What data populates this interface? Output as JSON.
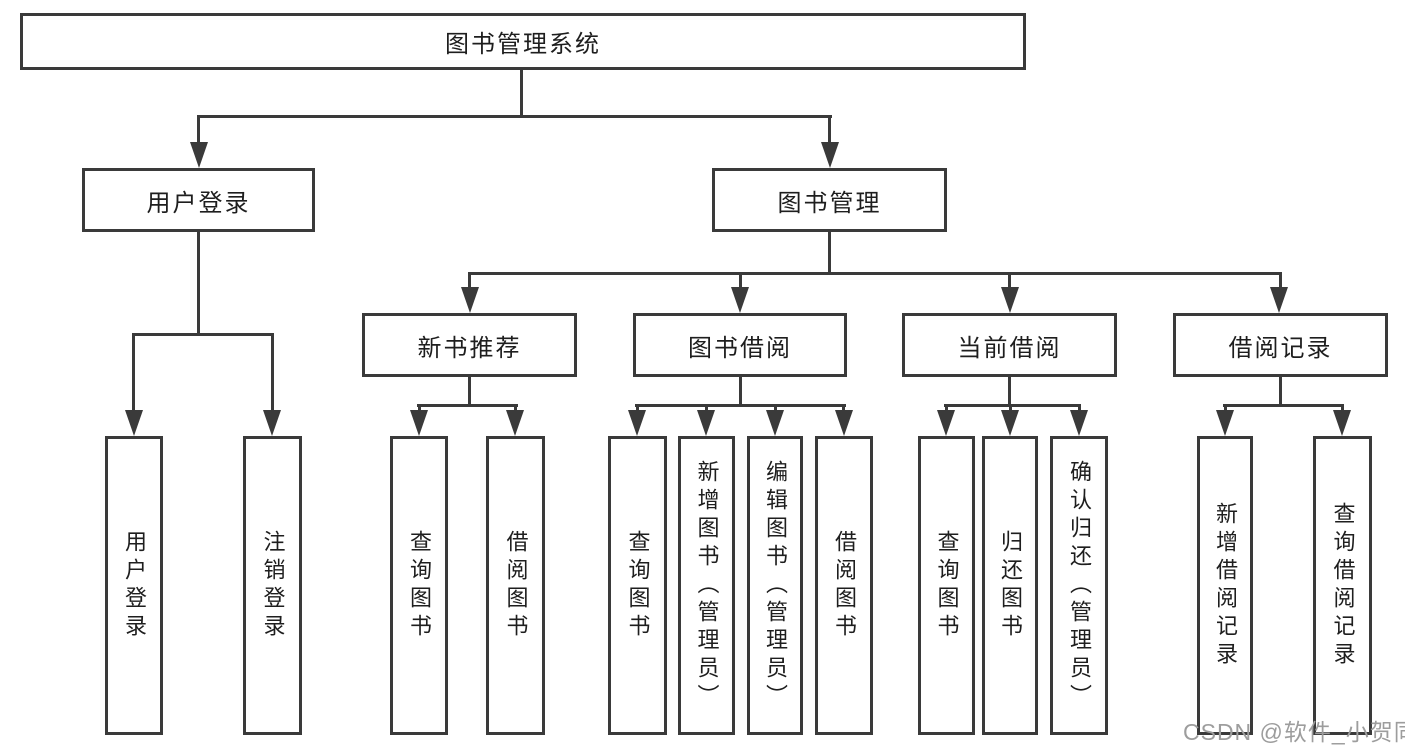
{
  "diagram": {
    "type": "hierarchy-tree",
    "root": {
      "label": "图书管理系统",
      "children": [
        {
          "label": "用户登录",
          "children": [
            {
              "label": "用户登录"
            },
            {
              "label": "注销登录"
            }
          ]
        },
        {
          "label": "图书管理",
          "children": [
            {
              "label": "新书推荐",
              "children": [
                {
                  "label": "查询图书"
                },
                {
                  "label": "借阅图书"
                }
              ]
            },
            {
              "label": "图书借阅",
              "children": [
                {
                  "label": "查询图书"
                },
                {
                  "label": "新增图书（管理员）"
                },
                {
                  "label": "编辑图书（管理员）"
                },
                {
                  "label": "借阅图书"
                }
              ]
            },
            {
              "label": "当前借阅",
              "children": [
                {
                  "label": "查询图书"
                },
                {
                  "label": "归还图书"
                },
                {
                  "label": "确认归还（管理员）"
                }
              ]
            },
            {
              "label": "借阅记录",
              "children": [
                {
                  "label": "新增借阅记录"
                },
                {
                  "label": "查询借阅记录"
                }
              ]
            }
          ]
        }
      ]
    },
    "colors": {
      "line": "#3a3a3a",
      "border": "#3a3a3a",
      "text": "#1e1e1e",
      "background": "#ffffff",
      "watermark": "#9d9d9d"
    }
  },
  "watermark": {
    "label": "CSDN @软件_小贺同学"
  }
}
